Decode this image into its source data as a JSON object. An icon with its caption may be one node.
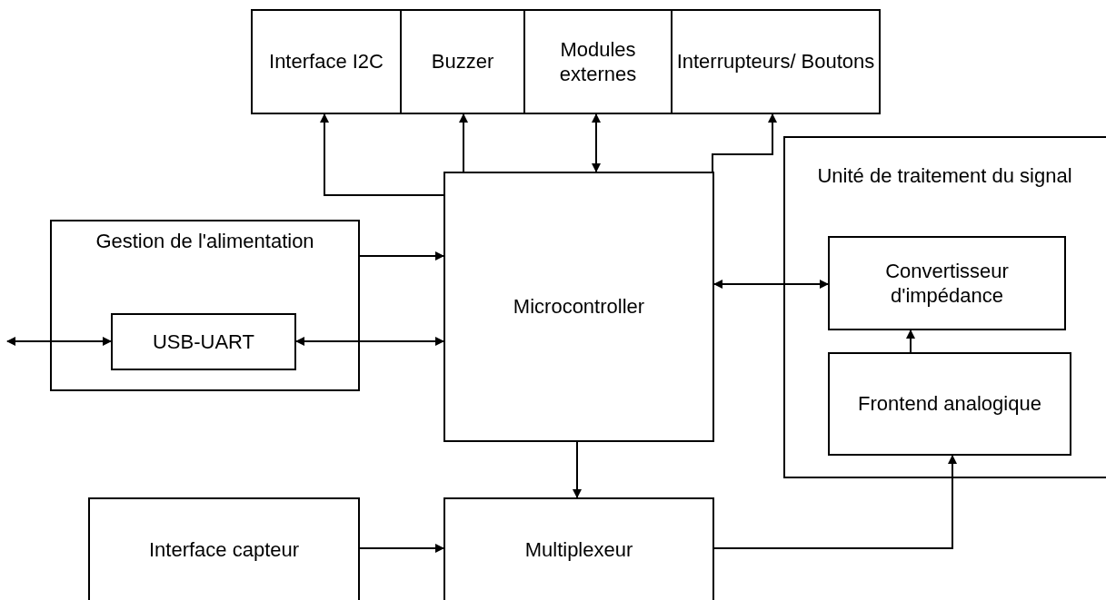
{
  "diagram": {
    "nodes": [
      {
        "text": [
          "Interface I2C"
        ]
      },
      {
        "text": [
          "Buzzer"
        ]
      },
      {
        "text": [
          "Modules externes"
        ]
      },
      {
        "text": [
          "Interrupteurs/ Boutons"
        ]
      },
      {
        "text": [
          "Gestion de l'alimentation"
        ]
      },
      {
        "text": [
          "USB-UART"
        ],
        "in": 4
      },
      {
        "text": [
          "Microcontroller"
        ]
      },
      {
        "text": [
          "Unité de traitement du signal"
        ]
      },
      {
        "text": [
          "Convertisseur d'impédance"
        ],
        "in": 7
      },
      {
        "text": [
          "Frontend analogique"
        ],
        "in": 7
      },
      {
        "text": [
          "Interface capteur"
        ]
      },
      {
        "text": [
          "Multiplexeur"
        ]
      }
    ],
    "edges": [
      {
        "from": 6,
        "to": 0,
        "arrow": "to"
      },
      {
        "from": 6,
        "to": 1,
        "arrow": "to"
      },
      {
        "from": 6,
        "to": 2,
        "arrow": "both"
      },
      {
        "from": 6,
        "to": 3,
        "arrow": "to"
      },
      {
        "from": 4,
        "to": 6,
        "arrow": "to"
      },
      {
        "from": null,
        "to": 5,
        "arrow": "both"
      },
      {
        "from": 5,
        "to": 6,
        "arrow": "both"
      },
      {
        "from": 6,
        "to": 8,
        "arrow": "both"
      },
      {
        "from": 9,
        "to": 8,
        "arrow": "to"
      },
      {
        "from": 6,
        "to": 11,
        "arrow": "to"
      },
      {
        "from": 10,
        "to": 11,
        "arrow": "to"
      },
      {
        "from": 11,
        "to": 9,
        "arrow": "to"
      }
    ]
  }
}
